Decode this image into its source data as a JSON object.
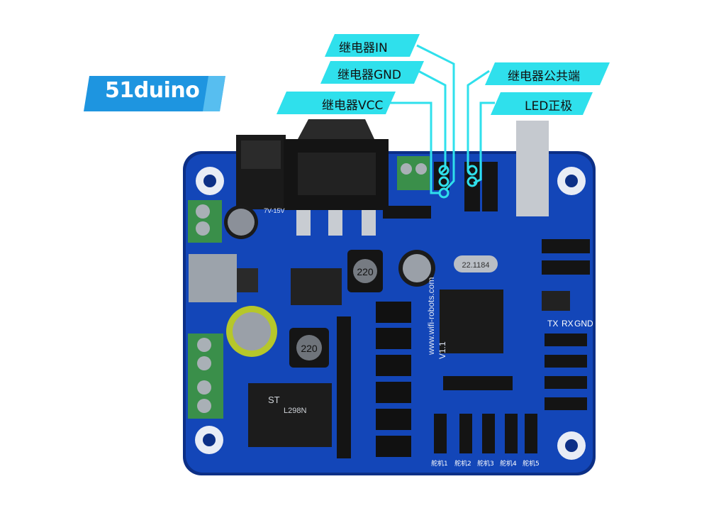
{
  "brand": {
    "label": "51duino"
  },
  "callouts": [
    {
      "label": "继电器IN"
    },
    {
      "label": "继电器GND"
    },
    {
      "label": "继电器VCC"
    },
    {
      "label": "继电器公共端"
    },
    {
      "label": "LED正极"
    }
  ],
  "colors": {
    "callout": "#2fe0ec",
    "banner": "#1e95e0",
    "pcb": "#1346b8",
    "pcb_edge": "#0c2f86"
  },
  "board_silk": {
    "website": "www.wifi-robots.com",
    "version": "V1.1",
    "servo_labels": [
      "舵机1",
      "舵机2",
      "舵机3",
      "舵机4",
      "舵机5"
    ],
    "serial_labels": [
      "TX",
      "RX",
      "GND"
    ],
    "inductor_marking": "220",
    "crystal_marking": "22.1184",
    "driver_brand": "ST",
    "driver_part": "L298N",
    "power_label": "7V-15V"
  }
}
